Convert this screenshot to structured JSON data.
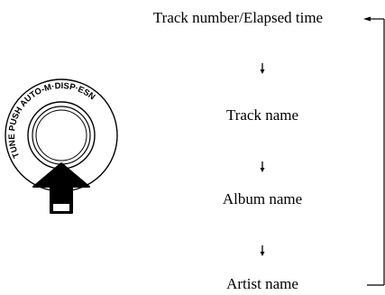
{
  "steps": [
    {
      "label": "Track number/Elapsed time"
    },
    {
      "label": "Track name"
    },
    {
      "label": "Album name"
    },
    {
      "label": "Artist name"
    }
  ],
  "knob": {
    "ring_text": "TUNE PUSH AUTO-M·DISP·ESN",
    "icon": "rotary-push-knob-icon",
    "press_indicator": "thick-up-arrow-icon"
  },
  "colors": {
    "ink": "#000000",
    "background": "#ffffff"
  }
}
